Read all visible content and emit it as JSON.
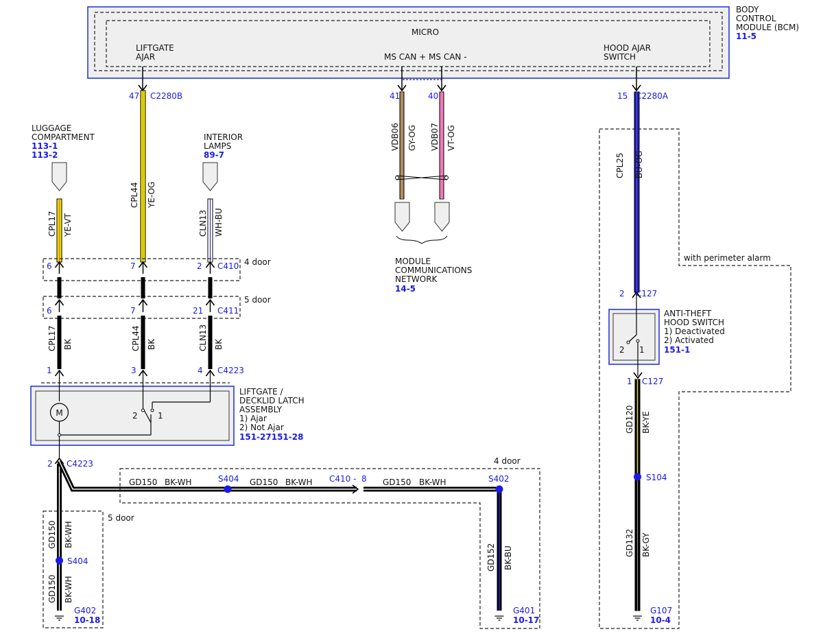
{
  "colors": {
    "bcm_border": "#2a3ad6",
    "ref_blue": "#1a1ae6",
    "ye": "#f0e000",
    "pink": "#f07aba",
    "orange": "#e08a1e",
    "gray": "#8a8a8a",
    "navy": "#1c1caa",
    "splice": "#1a1ae6"
  },
  "bcm": {
    "name_line1": "BODY",
    "name_line2": "CONTROL",
    "name_line3": "MODULE (BCM)",
    "ref": "11-5",
    "micro": "MICRO",
    "liftgate_line1": "LIFTGATE",
    "liftgate_line2": "AJAR",
    "ms_can": "MS CAN + MS CAN -",
    "hood_line1": "HOOD AJAR",
    "hood_line2": "SWITCH"
  },
  "c2280b": {
    "pin": "47",
    "name": "C2280B"
  },
  "c2280a": {
    "pin": "15",
    "name": "C2280A"
  },
  "mscan": {
    "pin_pos": "41",
    "pin_neg": "40",
    "circuit_pos": "VDB06",
    "color_pos": "GY-OG",
    "circuit_neg": "VDB07",
    "color_neg": "VT-OG",
    "net_line1": "MODULE",
    "net_line2": "COMMUNICATIONS",
    "net_line3": "NETWORK",
    "net_ref": "14-5"
  },
  "luggage": {
    "line1": "LUGGAGE",
    "line2": "COMPARTMENT",
    "ref1": "113-1",
    "ref2": "113-2",
    "circuit": "CPL17",
    "color": "YE-VT"
  },
  "interior": {
    "line1": "INTERIOR",
    "line2": "LAMPS",
    "ref": "89-7",
    "circuit": "CLN13",
    "color": "WH-BU"
  },
  "cpl44": {
    "circuit": "CPL44",
    "color": "YE-OG"
  },
  "c410": {
    "name": "C410",
    "variant": "4 door",
    "pin_a": "6",
    "pin_b": "7",
    "pin_c": "2"
  },
  "c411": {
    "name": "C411",
    "variant": "5 door",
    "pin_a": "6",
    "pin_b": "7",
    "pin_c": "21"
  },
  "lower": {
    "cpl17": "CPL17",
    "cpl44": "CPL44",
    "cln13": "CLN13",
    "color": "BK"
  },
  "c4223": {
    "name": "C4223",
    "pin_a": "1",
    "pin_b": "3",
    "pin_c": "4",
    "pin_ground": "2"
  },
  "latch": {
    "line1": "LIFTGATE /",
    "line2": "DECKLID LATCH",
    "line3": "ASSEMBLY",
    "state1": "1) Ajar",
    "state2": "2) Not Ajar",
    "ref": "151-27151-28",
    "motor": "M",
    "sw_pin2": "2",
    "sw_pin1": "1"
  },
  "ground_path": {
    "circuit": "GD150",
    "color": "BK-WH",
    "splice": "S404",
    "c410_label": "C410 -",
    "c410_pin": "8",
    "splice_402": "S402",
    "variant_4door": "4 door",
    "variant_5door": "5 door"
  },
  "g402": {
    "name": "G402",
    "ref": "10-18",
    "circuit": "GD150",
    "color": "BK-WH",
    "splice": "S404"
  },
  "g401": {
    "name": "G401",
    "ref": "10-17",
    "circuit": "GD152",
    "color": "BK-BU"
  },
  "hood": {
    "circuit": "CPL25",
    "color": "BU-OG",
    "alarm_note": "with perimeter alarm",
    "c127": "C127",
    "pin_top": "2",
    "pin_bottom": "1",
    "line1": "ANTI-THEFT",
    "line2": "HOOD SWITCH",
    "state1": "1) Deactivated",
    "state2": "2) Activated",
    "ref": "151-1",
    "sw_pin2": "2",
    "sw_pin1": "1"
  },
  "gd120": {
    "circuit": "GD120",
    "color": "BK-YE",
    "splice": "S104"
  },
  "g107": {
    "name": "G107",
    "ref": "10-4",
    "circuit": "GD132",
    "color": "BK-GY"
  }
}
